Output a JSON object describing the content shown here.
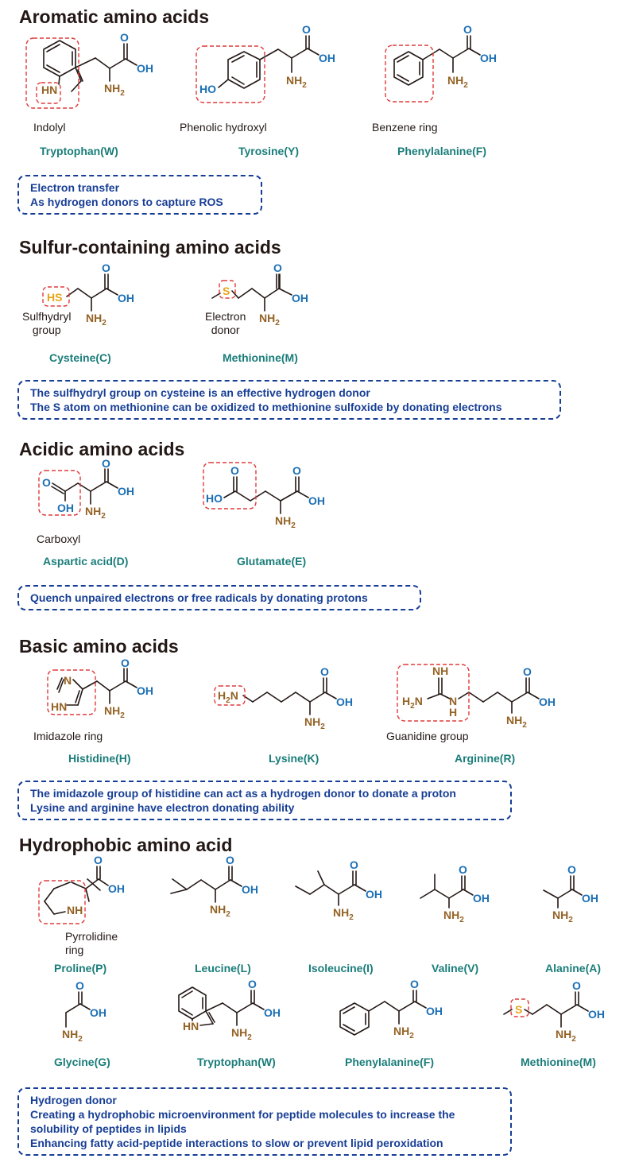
{
  "sections": {
    "aromatic": {
      "title": "Aromatic amino acids",
      "molecules": [
        {
          "name": "Tryptophan(W)",
          "feature": "Indolyl"
        },
        {
          "name": "Tyrosine(Y)",
          "feature": "Phenolic hydroxyl"
        },
        {
          "name": "Phenylalanine(F)",
          "feature": "Benzene ring"
        }
      ],
      "note": [
        "Electron transfer",
        "As hydrogen donors to capture ROS"
      ]
    },
    "sulfur": {
      "title": "Sulfur-containing amino acids",
      "molecules": [
        {
          "name": "Cysteine(C)",
          "feature_lines": [
            "Sulfhydryl",
            "group"
          ]
        },
        {
          "name": "Methionine(M)",
          "feature_lines": [
            "Electron",
            "donor"
          ]
        }
      ],
      "note": [
        "The sulfhydryl group on cysteine is an effective hydrogen donor",
        "The S atom on methionine can be oxidized to methionine sulfoxide by donating electrons"
      ]
    },
    "acidic": {
      "title": "Acidic amino acids",
      "molecules": [
        {
          "name": "Aspartic acid(D)",
          "feature": "Carboxyl"
        },
        {
          "name": "Glutamate(E)",
          "feature": ""
        }
      ],
      "note": [
        "Quench unpaired electrons or free radicals by donating protons"
      ]
    },
    "basic": {
      "title": "Basic amino acids",
      "molecules": [
        {
          "name": "Histidine(H)",
          "feature": "Imidazole ring"
        },
        {
          "name": "Lysine(K)",
          "feature": ""
        },
        {
          "name": "Arginine(R)",
          "feature": "Guanidine group"
        }
      ],
      "note": [
        "The imidazole group of histidine can act as a hydrogen donor to donate a proton",
        "Lysine and arginine have electron donating ability"
      ]
    },
    "hydrophobic": {
      "title": "Hydrophobic amino acid",
      "molecules": [
        {
          "name": "Proline(P)",
          "feature_lines": [
            "Pyrrolidine",
            "ring"
          ]
        },
        {
          "name": "Leucine(L)"
        },
        {
          "name": "Isoleucine(I)"
        },
        {
          "name": "Valine(V)"
        },
        {
          "name": "Alanine(A)"
        },
        {
          "name": "Glycine(G)"
        },
        {
          "name": "Tryptophan(W)"
        },
        {
          "name": "Phenylalanine(F)"
        },
        {
          "name": "Methionine(M)"
        }
      ],
      "note": [
        "Hydrogen donor",
        "Creating a hydrophobic microenvironment for peptide molecules to increase the",
        "solubility of peptides in lipids",
        "Enhancing fatty acid-peptide interactions to slow or prevent lipid peroxidation"
      ]
    }
  },
  "atoms": {
    "O": "O",
    "OH": "OH",
    "HO": "HO",
    "NH": "NH",
    "HN": "HN",
    "N": "N",
    "H": "H",
    "NH2": "NH",
    "H2N": "H",
    "sub2": "2",
    "S": "S",
    "HS": "HS"
  },
  "colors": {
    "heading": "#231815",
    "oxygen": "#1b6fb5",
    "nitrogen": "#946224",
    "sulfur": "#e8a51a",
    "highlight": "#e03a3a",
    "name": "#1a7d7a",
    "note": "#173e95"
  }
}
